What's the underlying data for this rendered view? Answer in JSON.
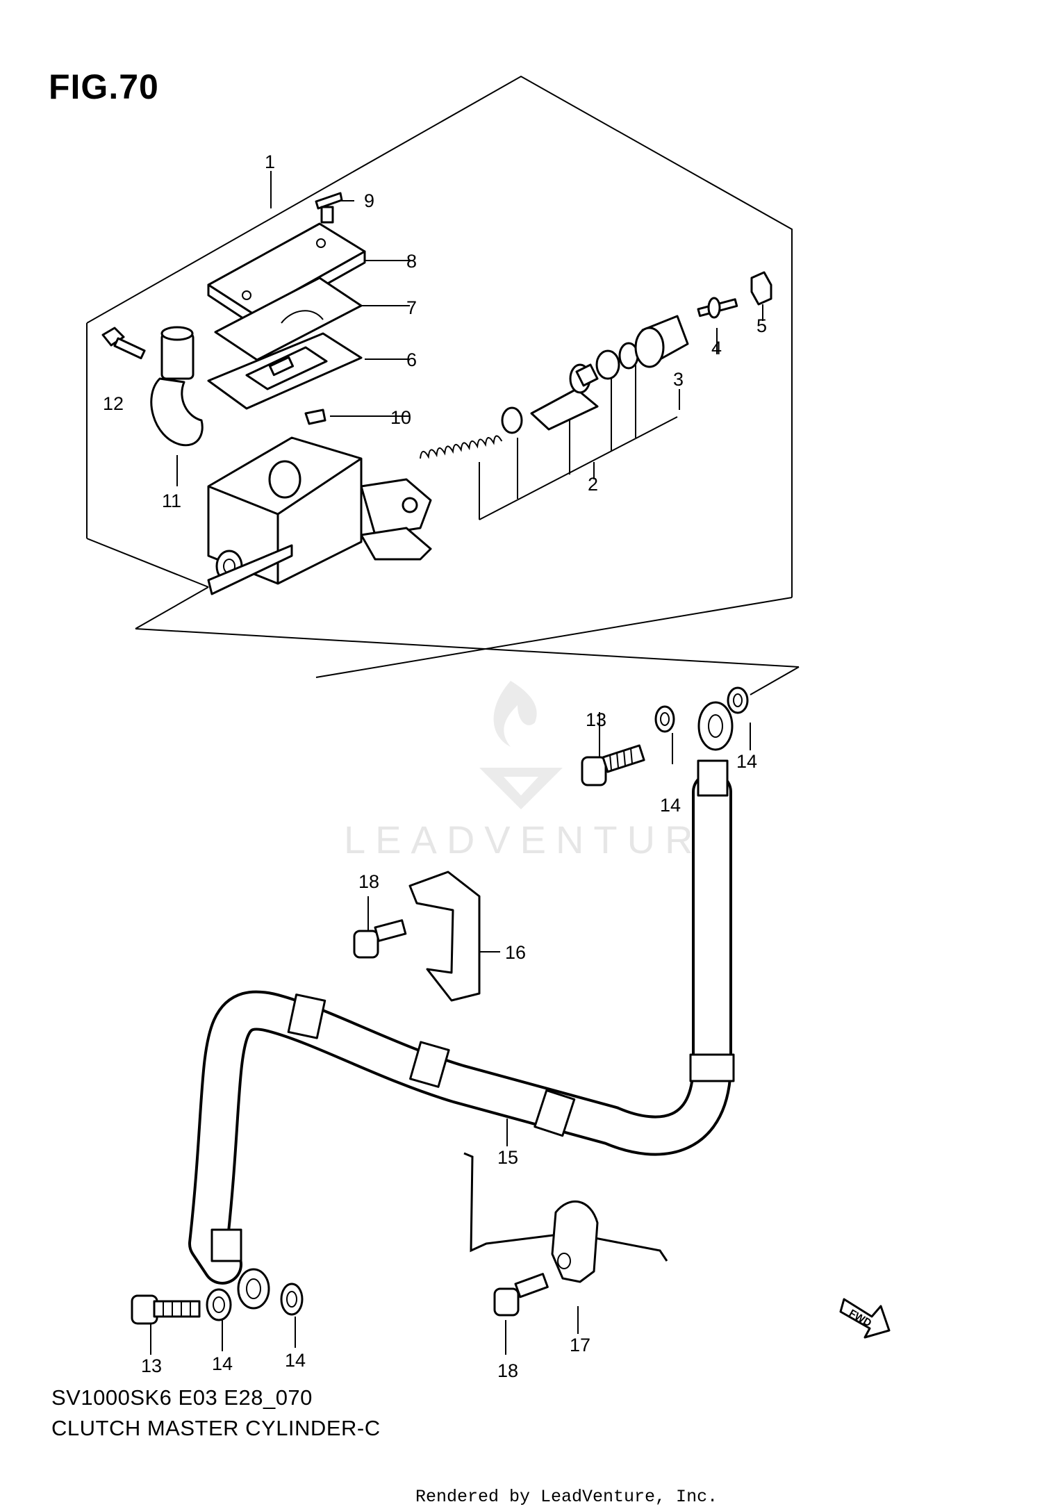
{
  "figure": {
    "title": "FIG.70",
    "code": "SV1000SK6 E03 E28_070",
    "name": "CLUTCH MASTER CYLINDER-C",
    "rendered_by": "Rendered by LeadVenture, Inc."
  },
  "watermark": {
    "text": "LEADVENTURE"
  },
  "callouts": {
    "p1": "1",
    "p2": "2",
    "p3": "3",
    "p4": "4",
    "p5": "5",
    "p6": "6",
    "p7": "7",
    "p8": "8",
    "p9": "9",
    "p10": "10",
    "p11": "11",
    "p12": "12",
    "p13a": "13",
    "p13b": "13",
    "p14a": "14",
    "p14b": "14",
    "p14c": "14",
    "p14d": "14",
    "p15": "15",
    "p16": "16",
    "p17": "17",
    "p18a": "18",
    "p18b": "18"
  },
  "fwd_label": "FWD",
  "colors": {
    "ink": "#000000",
    "watermark": "#e6e6e6",
    "background": "#ffffff"
  }
}
